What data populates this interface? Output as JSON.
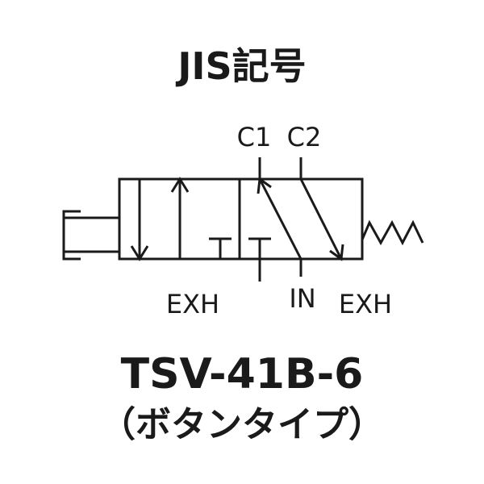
{
  "title": "JIS記号",
  "ports": {
    "c1": "C1",
    "c2": "C2",
    "exh_left": "EXH",
    "in": "IN",
    "exh_right": "EXH"
  },
  "model": "TSV-41B-6",
  "subtitle": "（ボタンタイプ）",
  "colors": {
    "ink": "#1a1a1a",
    "background": "#ffffff"
  }
}
